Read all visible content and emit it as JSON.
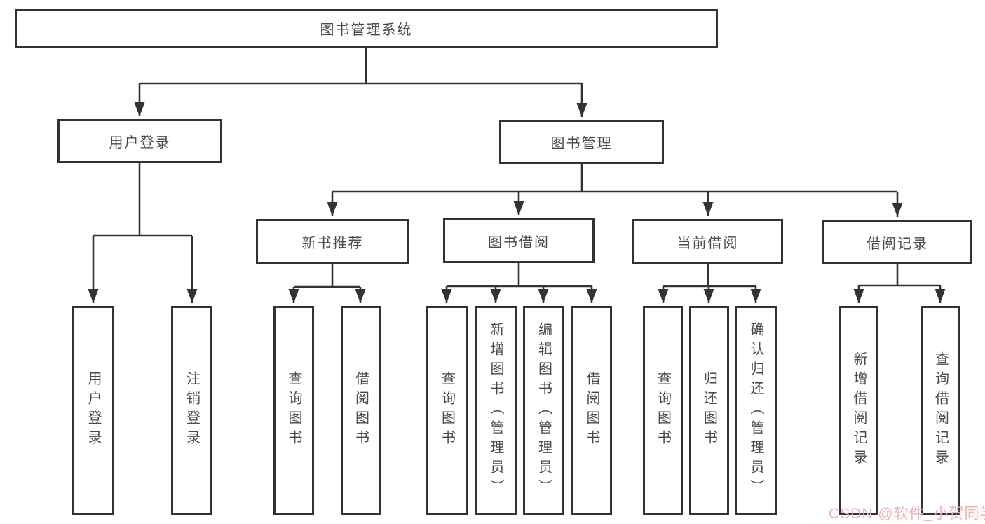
{
  "diagram": {
    "title": "图书管理系统",
    "nodes": {
      "root": "图书管理系统",
      "user_login": "用户登录",
      "book_management": "图书管理",
      "new_book_recommend": "新书推荐",
      "book_borrowing": "图书借阅",
      "current_borrowing": "当前借阅",
      "borrowing_records": "借阅记录",
      "leaf_user_login": "用户登录",
      "leaf_logout": "注销登录",
      "leaf_nbr_query_books": "查询图书",
      "leaf_nbr_borrow_books": "借阅图书",
      "leaf_bb_query_books": "查询图书",
      "leaf_bb_add_books": "新增图书（管理员）",
      "leaf_bb_edit_books": "编辑图书（管理员）",
      "leaf_bb_borrow_books": "借阅图书",
      "leaf_cb_query_books": "查询图书",
      "leaf_cb_return_books": "归还图书",
      "leaf_cb_confirm_return": "确认归还（管理员）",
      "leaf_br_add_record": "新增借阅记录",
      "leaf_br_query_record": "查询借阅记录"
    },
    "hierarchy": {
      "图书管理系统": {
        "用户登录": [
          "用户登录",
          "注销登录"
        ],
        "图书管理": {
          "新书推荐": [
            "查询图书",
            "借阅图书"
          ],
          "图书借阅": [
            "查询图书",
            "新增图书（管理员）",
            "编辑图书（管理员）",
            "借阅图书"
          ],
          "当前借阅": [
            "查询图书",
            "归还图书",
            "确认归还（管理员）"
          ],
          "借阅记录": [
            "新增借阅记录",
            "查询借阅记录"
          ]
        }
      }
    }
  },
  "watermark": "CSDN @软件_小贺同学",
  "colors": {
    "line": "#333333",
    "box_border": "#333333",
    "text": "#4a4a4a",
    "watermark": "#ecb2b2",
    "background": "#ffffff"
  }
}
